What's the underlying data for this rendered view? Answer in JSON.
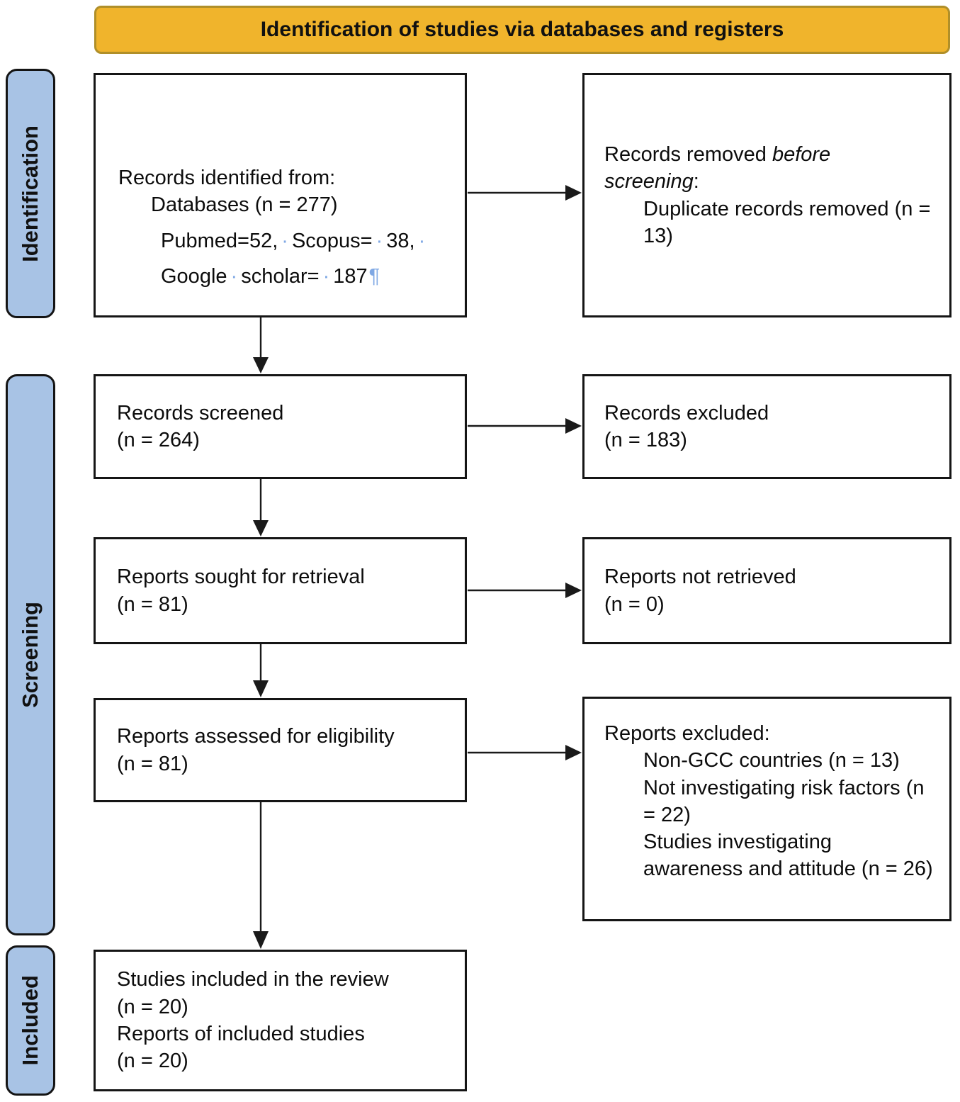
{
  "banner": {
    "label": "Identification of studies via databases and registers"
  },
  "colors": {
    "banner_bg": "#F0B42C",
    "banner_border": "#B08F29",
    "stage_bg": "#A8C3E5",
    "box_border": "#151515",
    "formatting_mark_blue": "#7FA8E4"
  },
  "sidebar": {
    "stages": [
      {
        "label": "Identification"
      },
      {
        "label": "Screening"
      },
      {
        "label": "Included"
      }
    ]
  },
  "marks": {
    "dot": "·",
    "pilcrow": "¶"
  },
  "flow": {
    "identified": {
      "line1": "Records identified from:",
      "line2": "Databases (n = 277)",
      "seg_pubmed": "Pubmed=52,",
      "seg_scopus": "Scopus=",
      "seg_scopus_n": "38,",
      "seg_google": "Google",
      "seg_scholar": "scholar=",
      "seg_scholar_n": "187"
    },
    "removed": {
      "t1": "Records removed ",
      "t2_italic": "before screening",
      "t3": ":",
      "item": "Duplicate records removed (n = 13)"
    },
    "screened": {
      "line1": "Records screened",
      "line2": "(n = 264)"
    },
    "excluded": {
      "line1": "Records excluded",
      "line2": "(n = 183)"
    },
    "sought": {
      "line1": "Reports sought for retrieval",
      "line2": "(n = 81)"
    },
    "not_retrieved": {
      "line1": "Reports not retrieved",
      "line2": "(n = 0)"
    },
    "assessed": {
      "line1": "Reports assessed for eligibility",
      "line2": "(n = 81)"
    },
    "reports_excluded": {
      "title": "Reports excluded:",
      "items": [
        "Non-GCC countries (n = 13)",
        "Not investigating risk factors (n = 22)",
        "Studies investigating awareness and attitude (n = 26)"
      ]
    },
    "included": {
      "lines": [
        "Studies included in the review",
        "(n = 20)",
        "Reports of included studies",
        "(n = 20)"
      ]
    }
  }
}
